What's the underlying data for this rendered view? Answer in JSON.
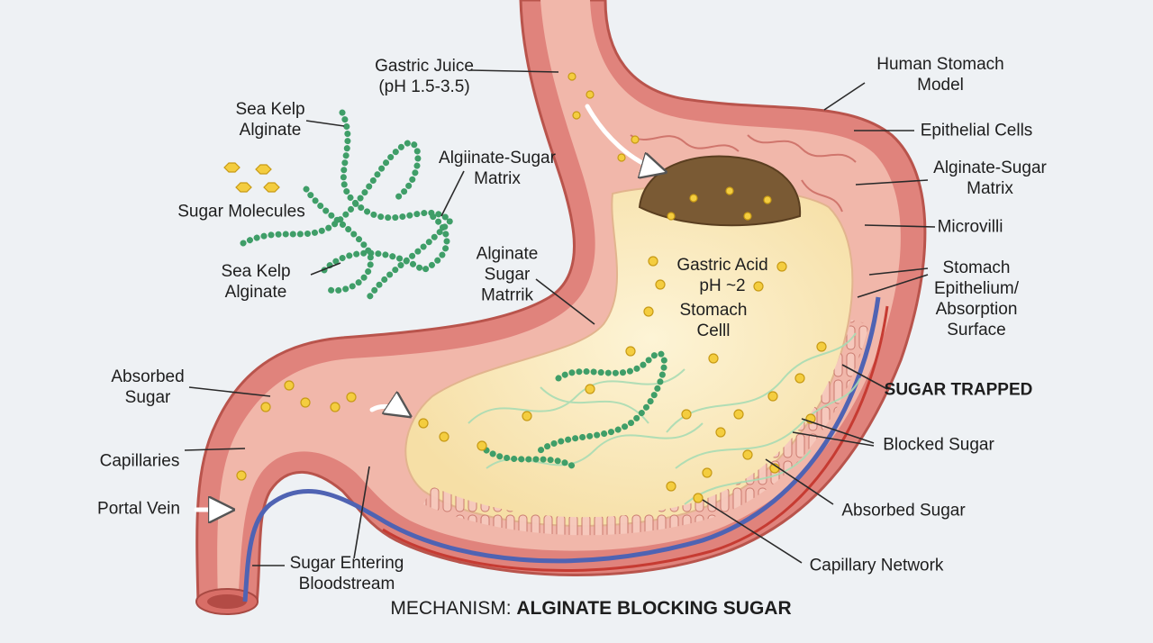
{
  "labels": {
    "gastric_juice": "Gastric Juice\n(pH 1.5-3.5)",
    "sea_kelp_top": "Sea Kelp\nAlginate",
    "sugar_molecules": "Sugar Molecules",
    "sea_kelp_bottom": "Sea Kelp\nAlginate",
    "alginate_sugar_matrix_top": "Algiinate-Sugar\nMatrix",
    "alginate_sugar_matrik": "Alginate\nSugar\nMatrrik",
    "gastric_acid": "Gastric Acid\npH ~2",
    "stomach_cell": "Stomach\nCelll",
    "human_stomach_model": "Human Stomach\nModel",
    "epithelial_cells": "Epithelial Cells",
    "alginate_sugar_matrix_right": "Alginate-Sugar\nMatrix",
    "microvilli": "Microvilli",
    "stomach_epithelium": "Stomach\nEpithelium/\nAbsorption\nSurface",
    "sugar_trapped": "SUGAR TRAPPED",
    "blocked_sugar": "Blocked Sugar",
    "absorbed_sugar_right": "Absorbed Sugar",
    "capillary_network": "Capillary Network",
    "absorbed_sugar_left": "Absorbed\nSugar",
    "capillaries": "Capillaries",
    "portal_vein": "Portal Vein",
    "sugar_entering": "Sugar Entering\nBloodstream"
  },
  "caption": {
    "prefix": "MECHANISM: ",
    "emphasis": "ALGINATE BLOCKING SUGAR"
  },
  "colors": {
    "background": "#eef1f4",
    "stomach_wall": "#e0837c",
    "mucosa": "#f1b7aa",
    "gastric_fluid": "#fbefc8",
    "alginate": "#3f9e68",
    "alginate_fibers": "#a9dcb4",
    "sugar": "#f4cd3f",
    "vein": "#4f63b3",
    "artery": "#c63b32",
    "food_bolus": "#7a5a34"
  }
}
